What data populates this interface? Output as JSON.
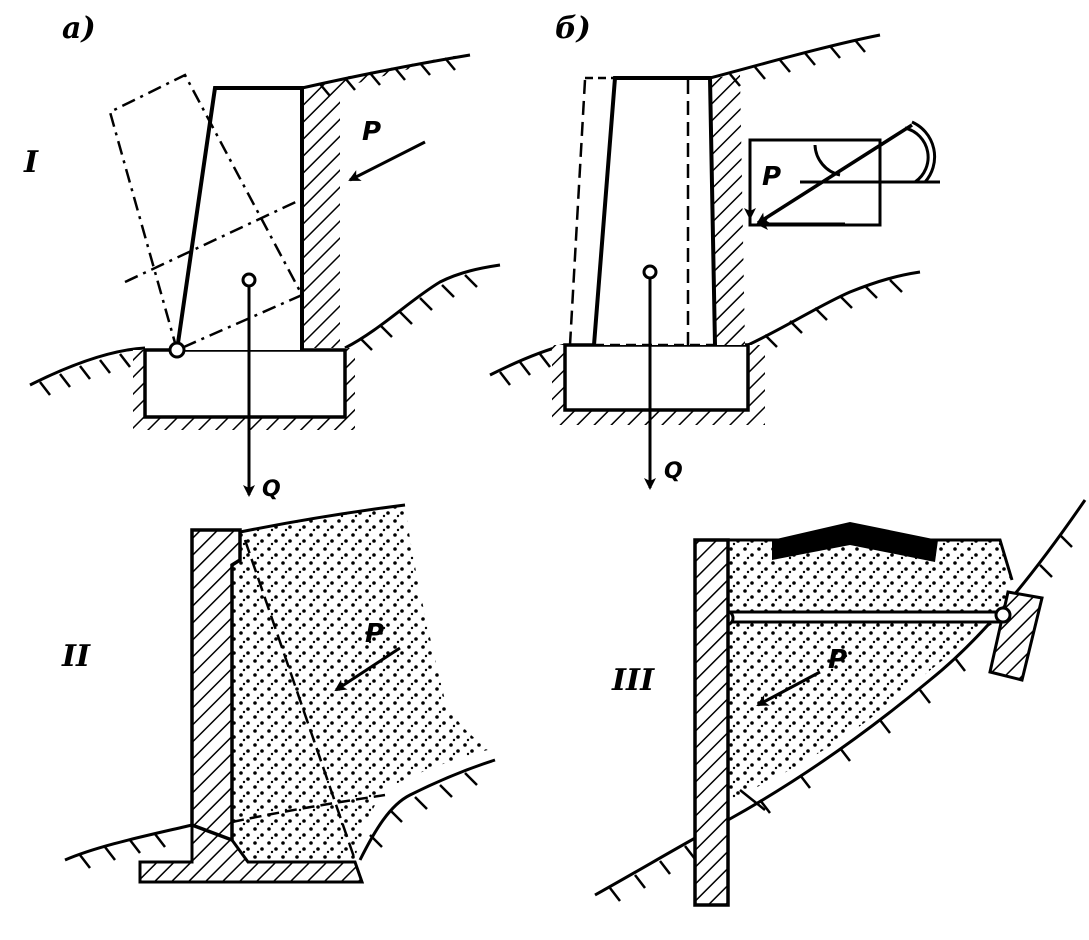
{
  "panel_a": {
    "letter": "а)",
    "roman": "I",
    "force_p": "P",
    "force_q": "Q"
  },
  "panel_b": {
    "letter": "б)",
    "force_p": "P",
    "force_q": "Q"
  },
  "panel_ii": {
    "roman": "II",
    "force_p": "P"
  },
  "panel_iii": {
    "roman": "III",
    "force_p": "P"
  },
  "colors": {
    "ink": "#000000",
    "paper": "#ffffff"
  }
}
